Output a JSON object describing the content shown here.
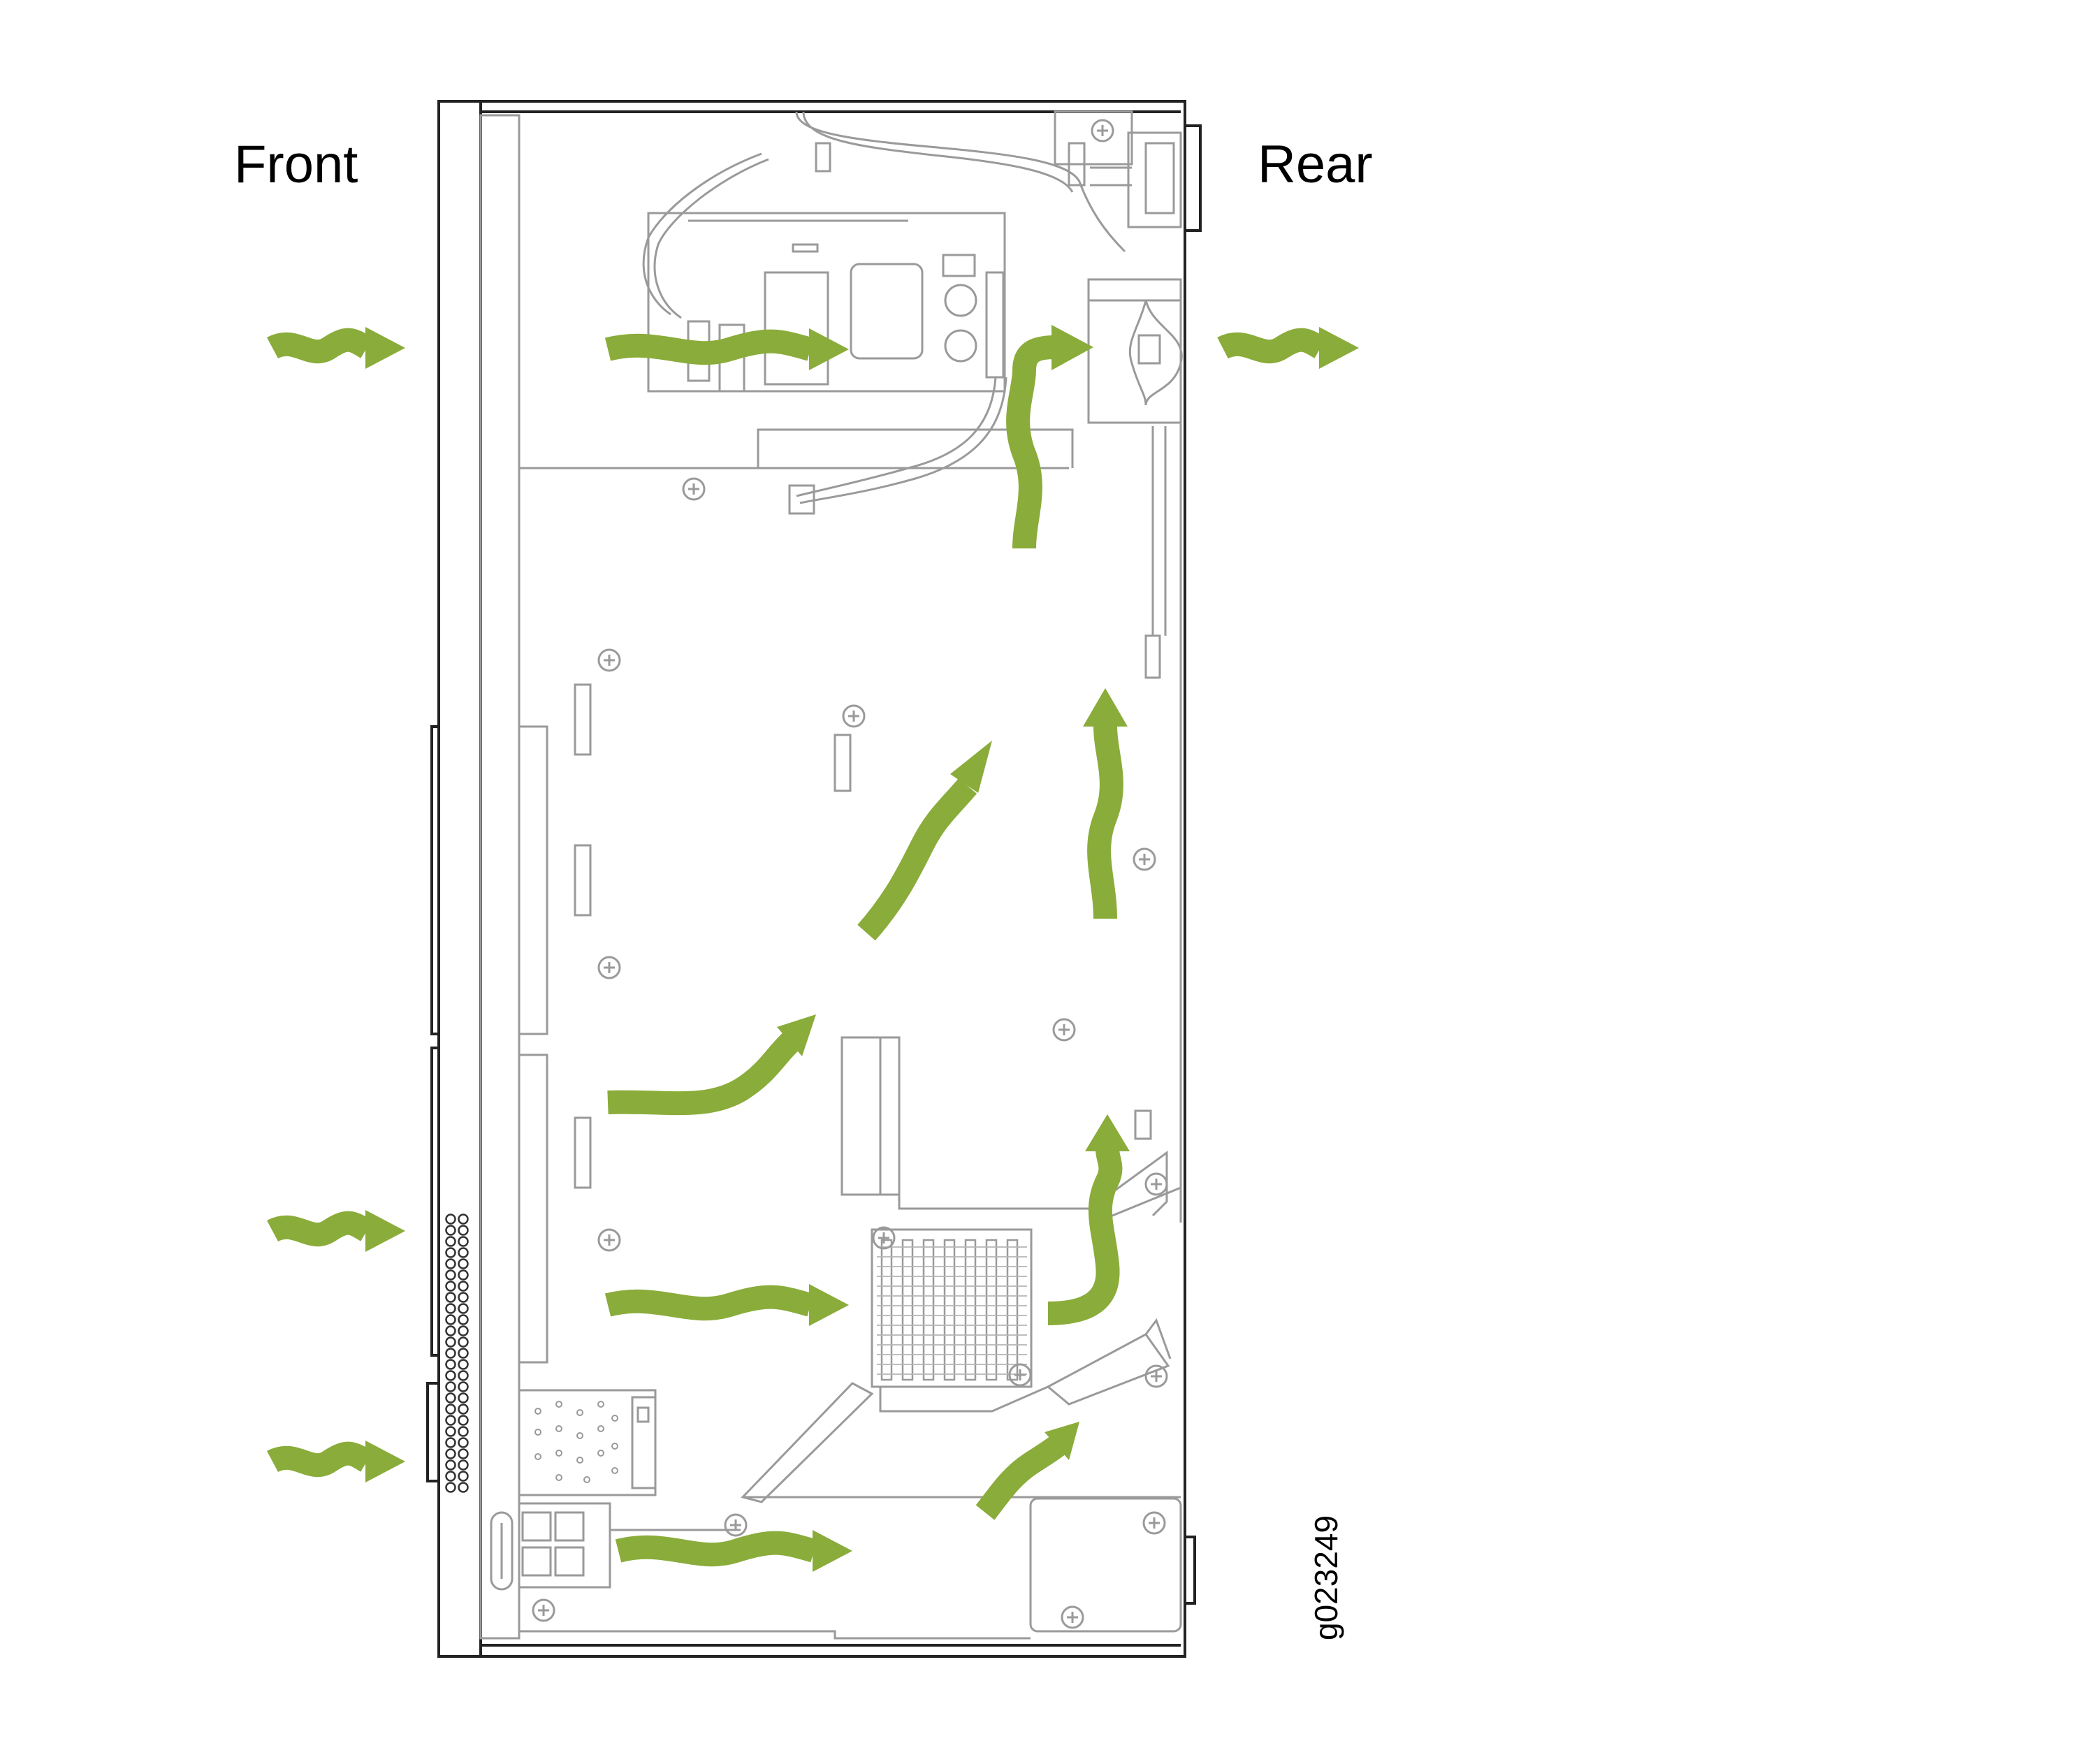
{
  "labels": {
    "front": "Front",
    "rear": "Rear"
  },
  "figure_id": "g023249",
  "colors": {
    "airflow_arrow": "#8aac3a",
    "chassis_outline": "#222222",
    "component_line": "#9a9a9a"
  }
}
